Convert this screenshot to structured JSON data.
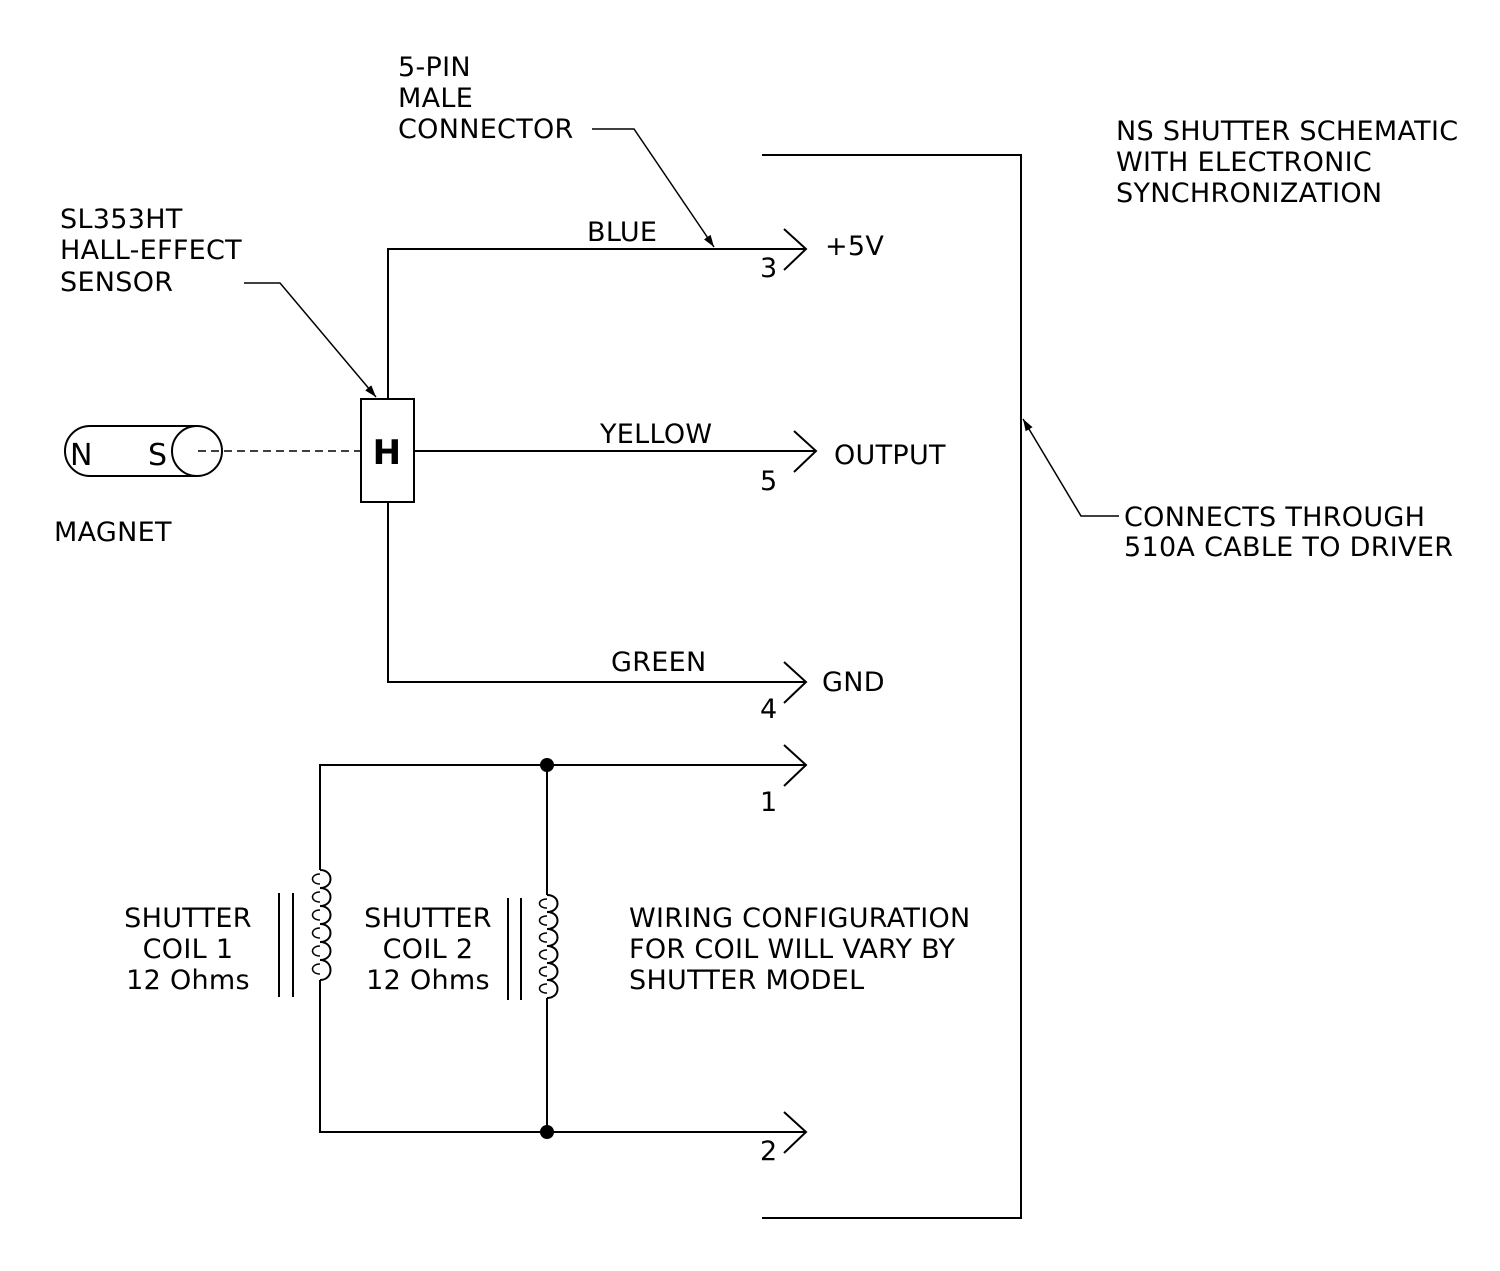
{
  "title": {
    "line1": "NS SHUTTER SCHEMATIC",
    "line2": "WITH ELECTRONIC",
    "line3": "SYNCHRONIZATION"
  },
  "connector": {
    "line1": "5-PIN",
    "line2": "MALE",
    "line3": "CONNECTOR"
  },
  "sensor": {
    "line1": "SL353HT",
    "line2": "HALL-EFFECT",
    "line3": "SENSOR",
    "symbol": "H"
  },
  "magnet": {
    "north": "N",
    "south": "S",
    "label": "MAGNET"
  },
  "wires": {
    "blue": "BLUE",
    "yellow": "YELLOW",
    "green": "GREEN"
  },
  "pins": {
    "p3": "3",
    "p3_signal": "+5V",
    "p5": "5",
    "p5_signal": "OUTPUT",
    "p4": "4",
    "p4_signal": "GND",
    "p1": "1",
    "p2": "2"
  },
  "cable_note": {
    "line1": "CONNECTS THROUGH",
    "line2": "510A CABLE TO DRIVER"
  },
  "coil1": {
    "line1": "SHUTTER",
    "line2": "COIL 1",
    "line3": "12 Ohms"
  },
  "coil2": {
    "line1": "SHUTTER",
    "line2": "COIL 2",
    "line3": "12 Ohms"
  },
  "wiring_note": {
    "line1": "WIRING CONFIGURATION",
    "line2": "FOR COIL WILL VARY BY",
    "line3": "SHUTTER MODEL"
  }
}
